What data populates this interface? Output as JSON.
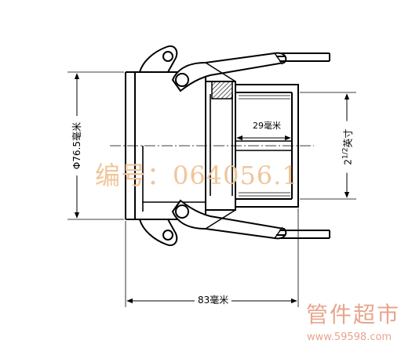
{
  "drawing": {
    "dimensions": {
      "outer_diameter": "Φ76.5毫米",
      "thread_size_prefix": "2",
      "thread_size_sup": "1/2",
      "thread_size_unit": "英寸",
      "thread_length": "29毫米",
      "overall_length": "83毫米"
    },
    "product_code": "编号：064056.1"
  },
  "watermark": {
    "brand": "管件超市",
    "url": "www.59598.com"
  },
  "colors": {
    "line": "#000000",
    "watermark_code": "#f0c59a",
    "watermark_brand": "#e8a58e"
  }
}
